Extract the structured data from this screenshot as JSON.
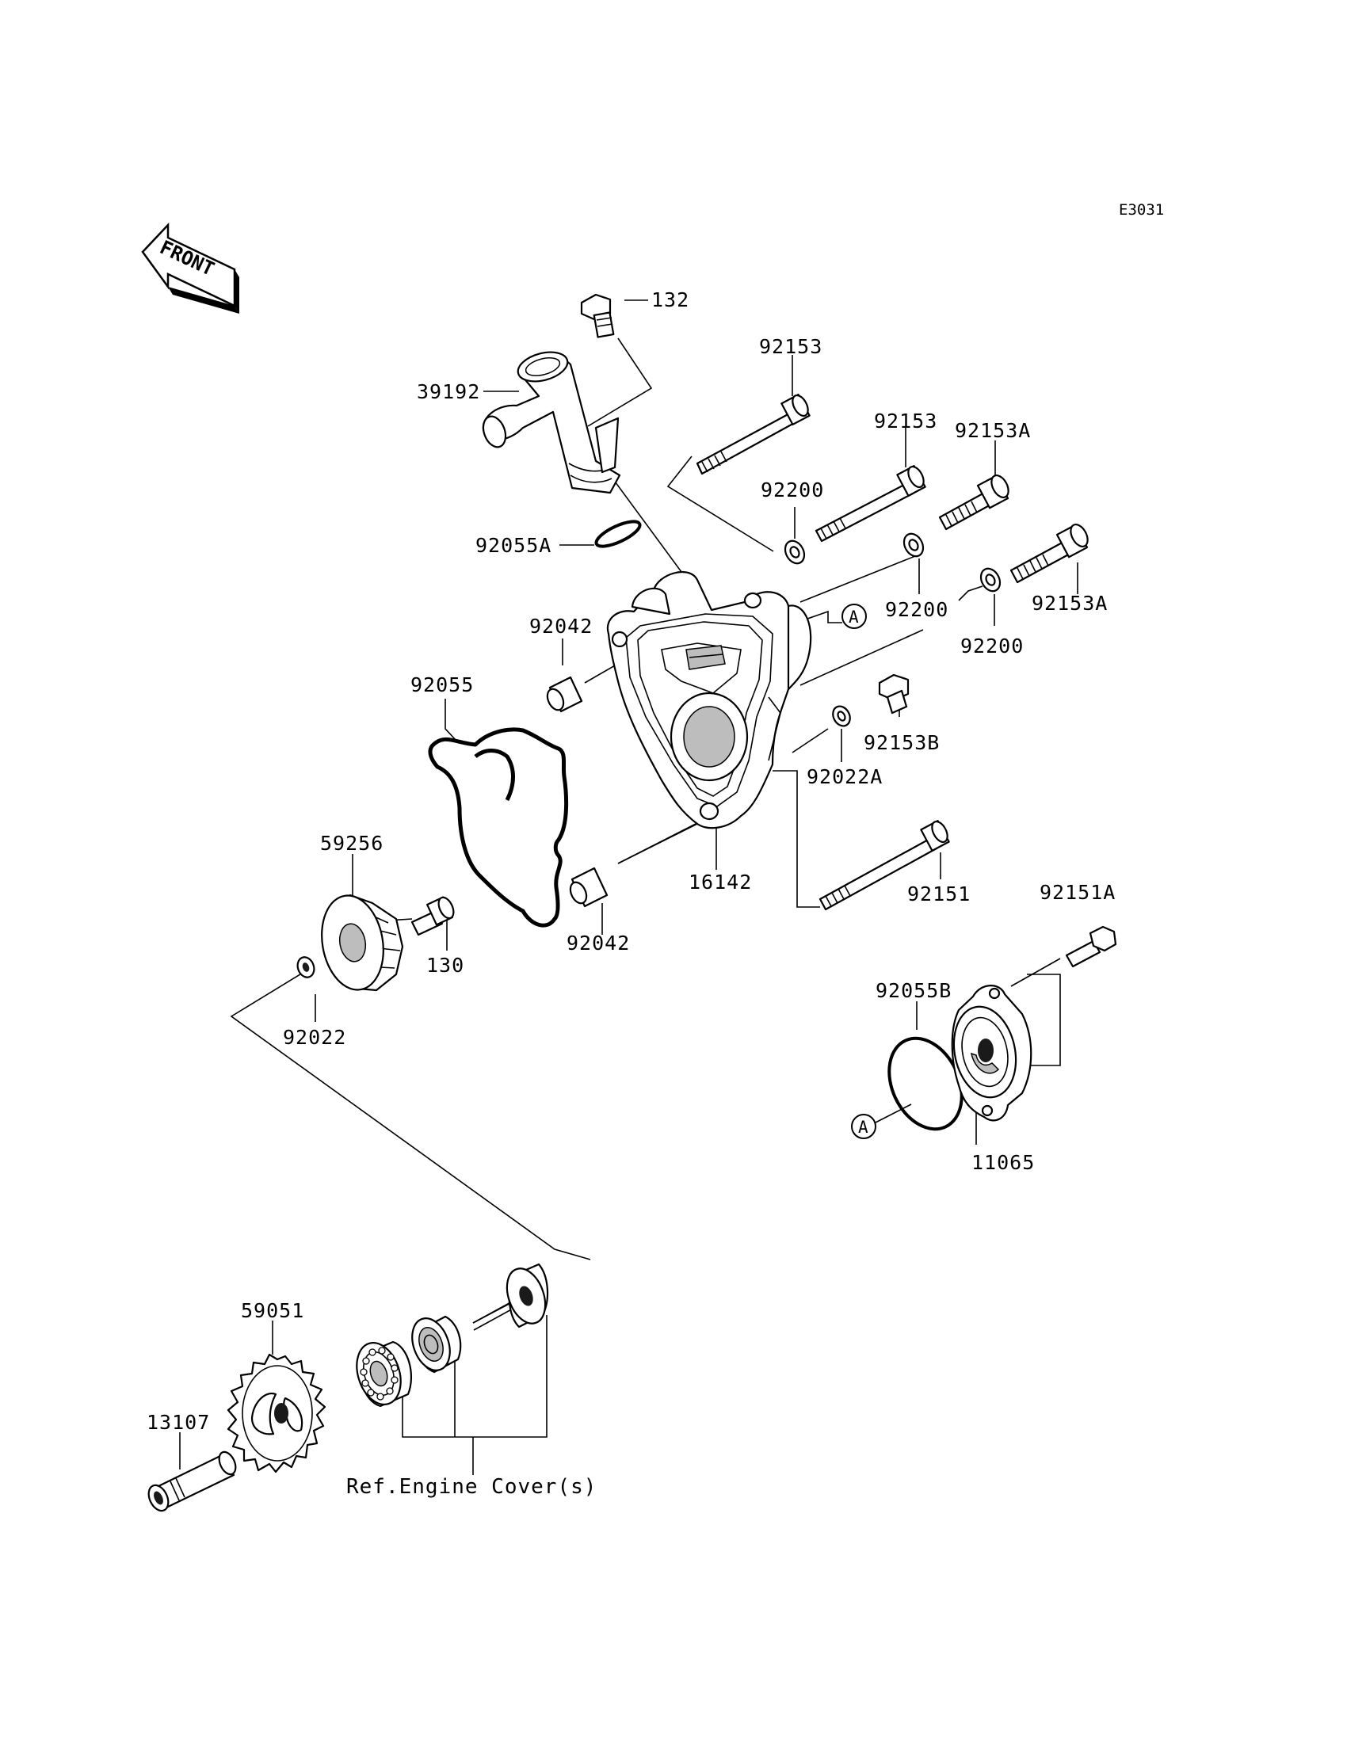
{
  "diagram_code": "E3031",
  "front_arrow_label": "FRONT",
  "callout_marker": "A",
  "reference_text": "Ref.Engine Cover(s)",
  "part_numbers": {
    "p132": "132",
    "p39192": "39192",
    "p92153_top": "92153",
    "p92153_mid": "92153",
    "p92153A_top": "92153A",
    "p92153A_right": "92153A",
    "p92200_left": "92200",
    "p92200_mid": "92200",
    "p92200_right": "92200",
    "p92055A": "92055A",
    "p92042_top": "92042",
    "p92042_bottom": "92042",
    "p92055": "92055",
    "p92153B": "92153B",
    "p92022A": "92022A",
    "p16142": "16142",
    "p92151": "92151",
    "p92151A": "92151A",
    "p59256": "59256",
    "p130": "130",
    "p92022": "92022",
    "p92055B": "92055B",
    "p11065": "11065",
    "p59051": "59051",
    "p13107": "13107"
  }
}
